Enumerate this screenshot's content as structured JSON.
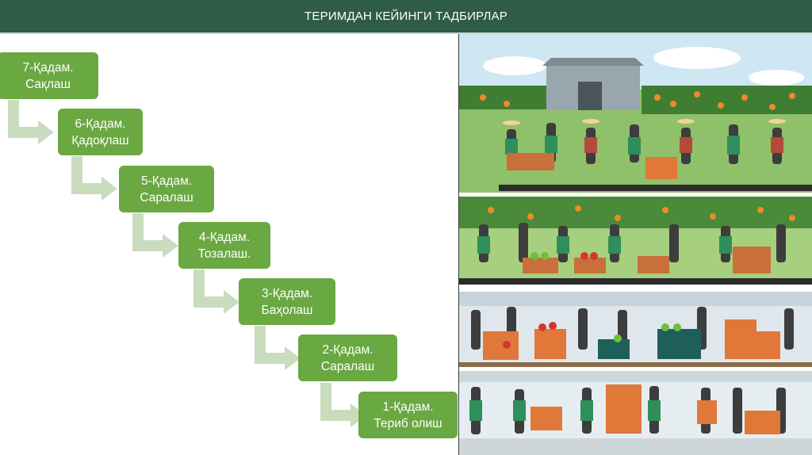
{
  "header": {
    "title": "ТЕРИМДАН КЕЙИНГИ ТАДБИРЛАР"
  },
  "steps": [
    {
      "num": "7-Қадам.",
      "label": "Сақлаш"
    },
    {
      "num": "6-Қадам.",
      "label": "Қадоқлаш"
    },
    {
      "num": "5-Қадам.",
      "label": "Саралаш"
    },
    {
      "num": "4-Қадам.",
      "label": "Тозалаш."
    },
    {
      "num": "3-Қадам.",
      "label": "Баҳолаш"
    },
    {
      "num": "2-Қадам.",
      "label": "Саралаш"
    },
    {
      "num": "1-Қадам.",
      "label": "Териб олиш"
    }
  ],
  "colors": {
    "header_bg": "#2e5c46",
    "step_box": "#6aa842",
    "arrow": "#c9dcbd"
  },
  "illustration": {
    "panels": [
      "orchard-harvest",
      "orchard-crates",
      "warehouse-sorting",
      "warehouse-packing"
    ]
  }
}
